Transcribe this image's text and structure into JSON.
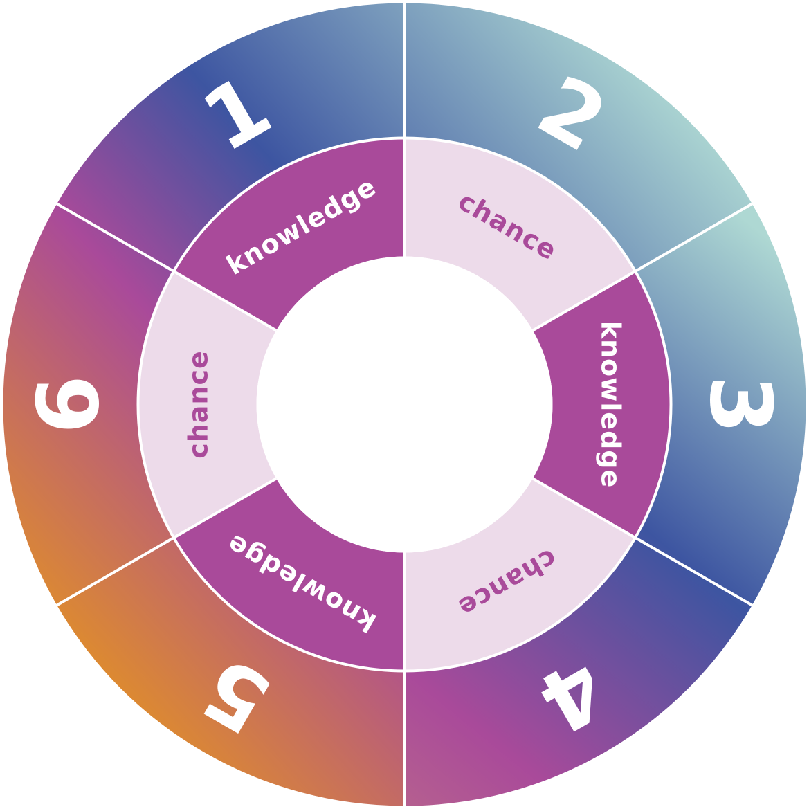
{
  "diagram": {
    "outer_segments": [
      {
        "number": "1",
        "inner_label": "chance",
        "inner_type": "chance"
      },
      {
        "number": "2",
        "inner_label": "knowledge",
        "inner_type": "knowledge"
      },
      {
        "number": "3",
        "inner_label": "chance",
        "inner_type": "chance"
      },
      {
        "number": "4",
        "inner_label": "knowledge",
        "inner_type": "knowledge"
      },
      {
        "number": "5",
        "inner_label": "chance",
        "inner_type": "chance"
      },
      {
        "number": "6",
        "inner_label": "knowledge",
        "inner_type": "knowledge"
      }
    ],
    "colors": {
      "knowledge_fill": "#a94a9a",
      "chance_fill": "#eddbea",
      "knowledge_text": "#ffffff",
      "chance_text": "#a94a9a",
      "gradient_orange": "#e08e2a",
      "gradient_magenta": "#a94a9a",
      "gradient_blue": "#3d55a1",
      "gradient_mint": "#aed8d3",
      "divider": "#ffffff"
    }
  }
}
